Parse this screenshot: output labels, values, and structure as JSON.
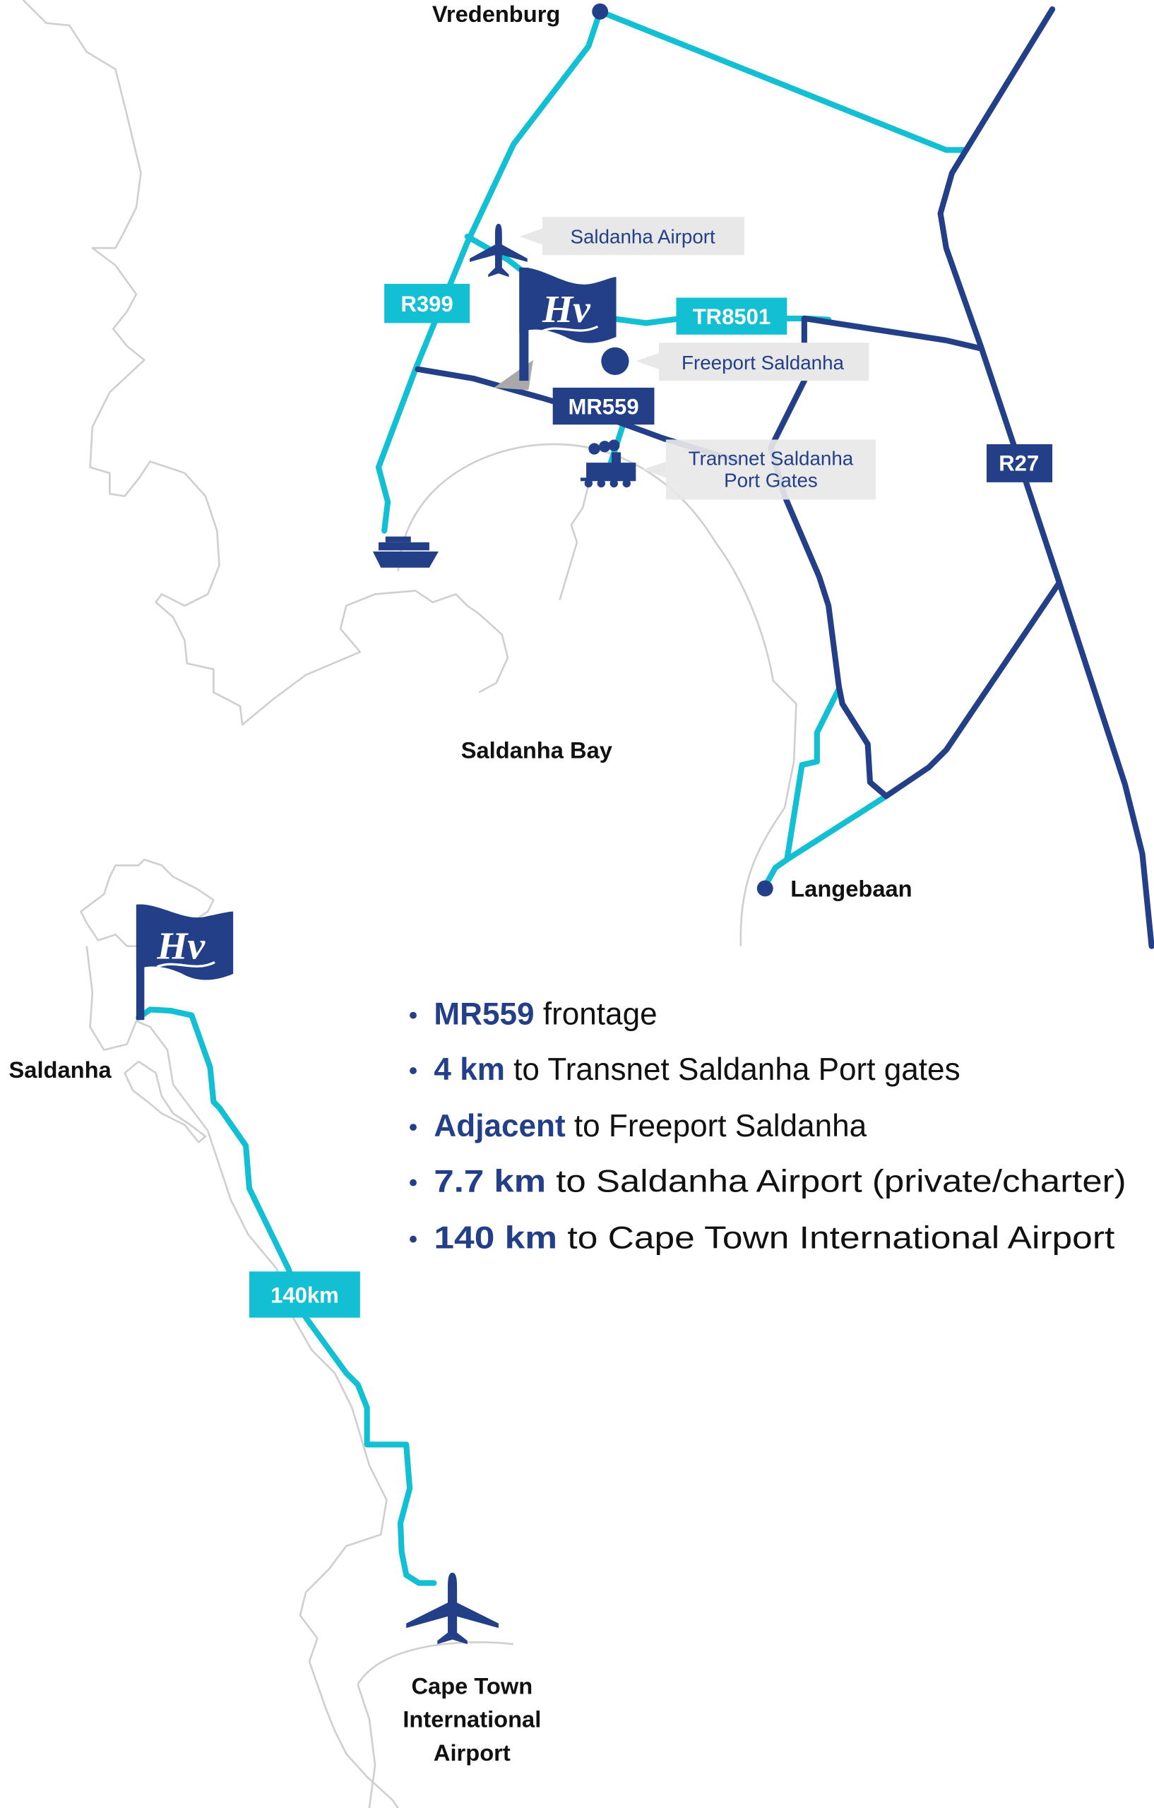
{
  "colors": {
    "navy": "#233f88",
    "cyan": "#12bfd3",
    "callout_bg": "#e8e8e8",
    "coast": "#cfcfcf"
  },
  "places": {
    "vredenburg": "Vredenburg",
    "saldanha_bay": "Saldanha Bay",
    "langebaan": "Langebaan",
    "saldanha": "Saldanha",
    "cape_town_airport": [
      "Cape Town",
      "International",
      "Airport"
    ]
  },
  "roads": {
    "r399": "R399",
    "tr8501": "TR8501",
    "mr559": "MR559",
    "r27": "R27",
    "distance": "140km"
  },
  "callouts": {
    "saldanha_airport": "Saldanha Airport",
    "freeport": "Freeport Saldanha",
    "transnet": [
      "Transnet Saldanha",
      "Port Gates"
    ]
  },
  "logo_text": "Hv",
  "bullets": [
    {
      "bold": "MR559",
      "text": " frontage"
    },
    {
      "bold": "4 km",
      "text": " to Transnet Saldanha Port gates"
    },
    {
      "bold": "Adjacent",
      "text": " to Freeport Saldanha"
    },
    {
      "bold": "7.7 km",
      "text": " to Saldanha Airport (private/charter)"
    },
    {
      "bold": "140 km",
      "text": " to Cape Town International Airport"
    }
  ]
}
